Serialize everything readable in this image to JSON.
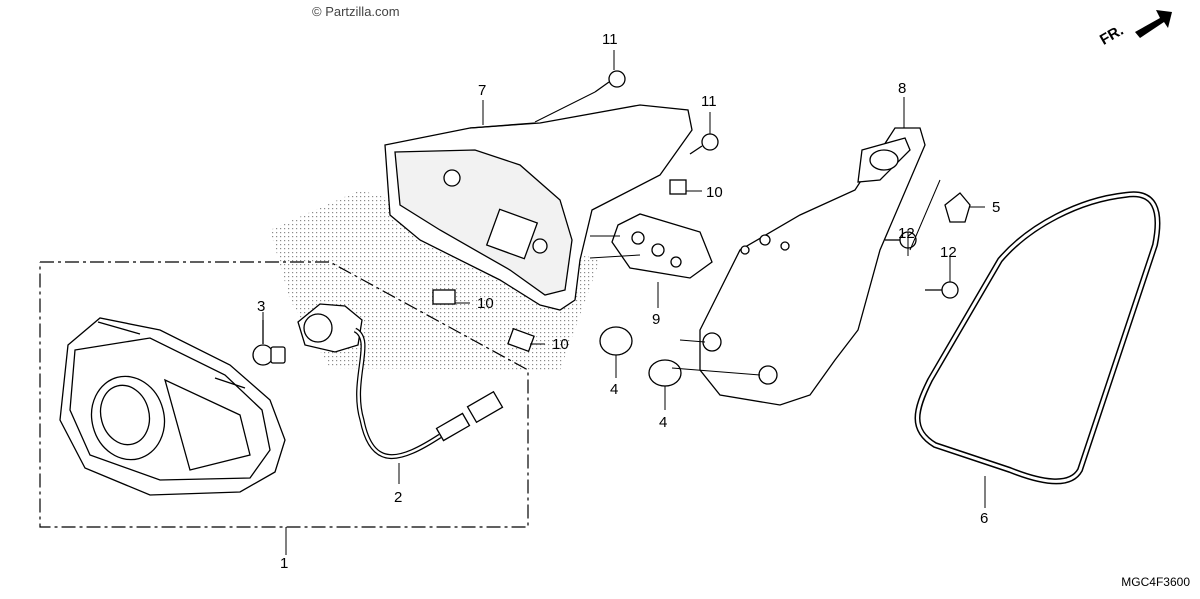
{
  "copyright": "© Partzilla.com",
  "diagram_code": "MGC4F3600",
  "direction_label": "FR.",
  "callouts": [
    "1",
    "2",
    "3",
    "4",
    "4",
    "5",
    "6",
    "7",
    "8",
    "9",
    "10",
    "10",
    "10",
    "11",
    "11",
    "12",
    "12"
  ]
}
